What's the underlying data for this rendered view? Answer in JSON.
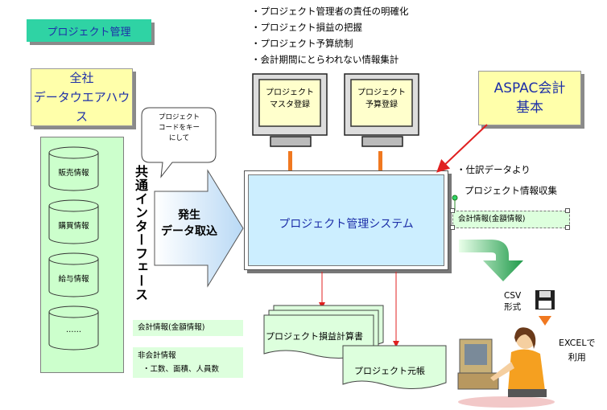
{
  "title": "プロジェクト管理",
  "bullets": [
    "・プロジェクト管理者の責任の明確化",
    "・プロジェクト損益の把握",
    "・プロジェクト予算統制",
    "・会計期間にとらわれない情報集計"
  ],
  "data_warehouse": {
    "line1": "全社",
    "line2": "データウエアハウス"
  },
  "aspac": {
    "line1": "ASPAC会計",
    "line2": "基本"
  },
  "databases": [
    "販売情報",
    "購買情報",
    "給与情報",
    "……"
  ],
  "speech_bubble": [
    "プロジェクト",
    "コードをキー",
    "にして"
  ],
  "interface_label": "共通インターフェース",
  "import_arrow": {
    "line1": "発生",
    "line2": "データ取込"
  },
  "monitors": [
    {
      "line1": "プロジェクト",
      "line2": "マスタ登録"
    },
    {
      "line1": "プロジェクト",
      "line2": "予算登録"
    }
  ],
  "system_name": "プロジェクト管理システム",
  "journal_note": {
    "line1": "・仕訳データより",
    "line2": "プロジェクト情報収集"
  },
  "accounting_info_right": "会計情報(金額情報)",
  "accounting_info_left": "会計情報(金額情報)",
  "non_accounting": {
    "title": "非会計情報",
    "detail": "・工数、面積、人員数"
  },
  "documents": [
    "プロジェクト損益計算書",
    "プロジェクト元帳"
  ],
  "csv": {
    "line1": "CSV",
    "line2": "形式"
  },
  "excel": {
    "line1": "EXCELで",
    "line2": "利用"
  },
  "colors": {
    "title_bg": "#2fd3a4",
    "yellow": "#ffffaa",
    "db_bg": "#ccffcc",
    "system_bg": "#cceeff",
    "text_blue": "#1d2fa8",
    "arrow_red": "#e02020",
    "orange": "#f07820"
  }
}
